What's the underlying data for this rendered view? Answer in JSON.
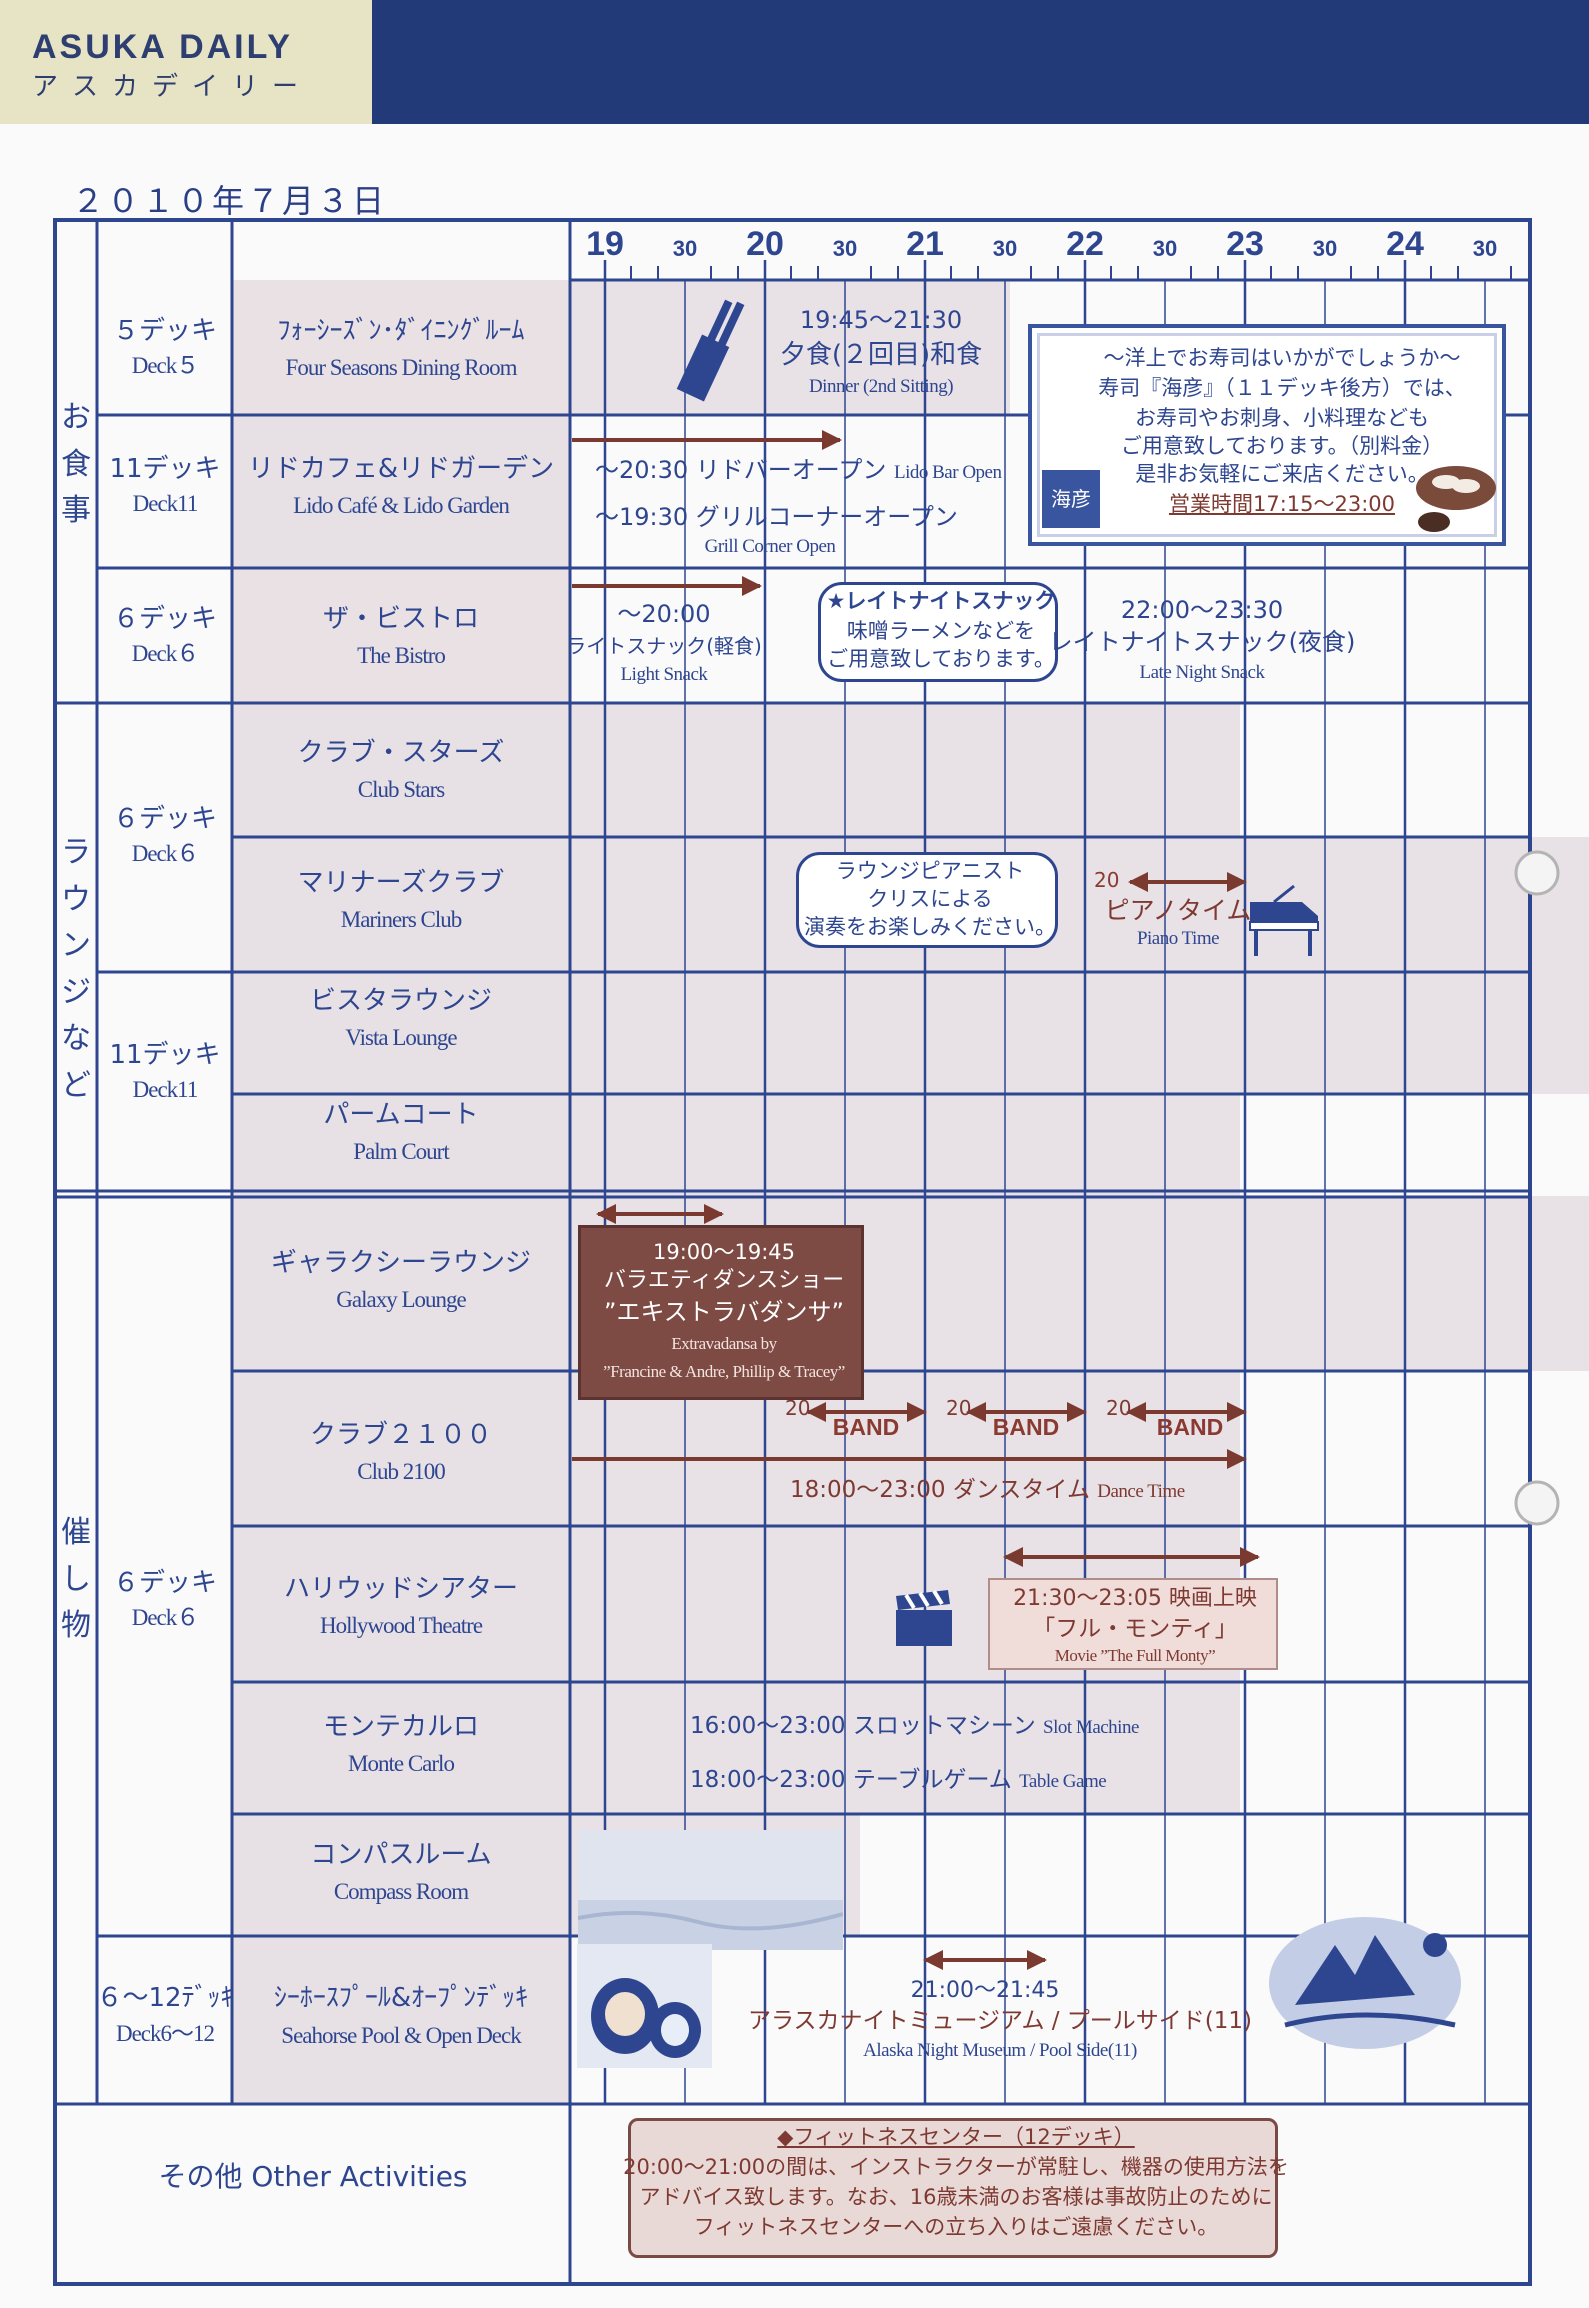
{
  "header": {
    "brand": "ASUKA DAILY",
    "brand_kana": "アスカデイリー"
  },
  "date": "２０１０年７月３日",
  "timeline": {
    "hours": [
      "19",
      "20",
      "21",
      "22",
      "23",
      "24"
    ],
    "half_label": "30"
  },
  "sections": {
    "dining": "お食事",
    "lounge": "ラウンジなど",
    "entertainment": "催し物",
    "other": "その他 Other Activities"
  },
  "decks": {
    "d5": {
      "jp": "５デッキ",
      "en": "Deck５"
    },
    "d11a": {
      "jp": "11デッキ",
      "en": "Deck11"
    },
    "d6a": {
      "jp": "６デッキ",
      "en": "Deck６"
    },
    "d6b": {
      "jp": "６デッキ",
      "en": "Deck６"
    },
    "d11b": {
      "jp": "11デッキ",
      "en": "Deck11"
    },
    "d6c": {
      "jp": "６デッキ",
      "en": "Deck６"
    },
    "d612": {
      "jp": "６〜12ﾃﾞｯｷ",
      "en": "Deck6〜12"
    }
  },
  "venues": {
    "four_seasons": {
      "jp": "ﾌｫｰｼｰｽﾞﾝ･ﾀﾞｲﾆﾝｸﾞﾙｰﾑ",
      "en": "Four Seasons Dining Room"
    },
    "lido": {
      "jp": "リドカフェ&リドガーデン",
      "en": "Lido Café & Lido Garden"
    },
    "bistro": {
      "jp": "ザ・ビストロ",
      "en": "The Bistro"
    },
    "club_stars": {
      "jp": "クラブ・スターズ",
      "en": "Club Stars"
    },
    "mariners": {
      "jp": "マリナーズクラブ",
      "en": "Mariners Club"
    },
    "vista": {
      "jp": "ビスタラウンジ",
      "en": "Vista Lounge"
    },
    "palm": {
      "jp": "パームコート",
      "en": "Palm Court"
    },
    "galaxy": {
      "jp": "ギャラクシーラウンジ",
      "en": "Galaxy Lounge"
    },
    "club2100": {
      "jp": "クラブ２１００",
      "en": "Club 2100"
    },
    "hollywood": {
      "jp": "ハリウッドシアター",
      "en": "Hollywood Theatre"
    },
    "monte": {
      "jp": "モンテカルロ",
      "en": "Monte Carlo"
    },
    "compass": {
      "jp": "コンパスルーム",
      "en": "Compass Room"
    },
    "seahorse": {
      "jp": "ｼｰﾎｰｽﾌﾟｰﾙ&ｵｰﾌﾟﾝﾃﾞｯｷ",
      "en": "Seahorse Pool & Open Deck"
    }
  },
  "events": {
    "dinner": {
      "time": "19:45〜21:30",
      "jp": "夕食(２回目)和食",
      "en": "Dinner (2nd Sitting)"
    },
    "lido_bar": {
      "jp": "〜20:30 リドバーオープン",
      "en": "Lido Bar Open"
    },
    "grill": {
      "jp": "〜19:30 グリルコーナーオープン",
      "en": "Grill Corner Open"
    },
    "light_snack": {
      "time": "〜20:00",
      "jp": "ライトスナック(軽食)",
      "en": "Light Snack"
    },
    "late_snack_note": {
      "line1": "★レイトナイトスナック",
      "line2": "味噌ラーメンなどを",
      "line3": "ご用意致しております。"
    },
    "late_snack": {
      "time": "22:00〜23:30",
      "jp": "レイトナイトスナック(夜食)",
      "en": "Late Night Snack"
    },
    "pianist_note": {
      "line1": "ラウンジピアニスト",
      "line2": "クリスによる",
      "line3": "演奏をお楽しみください。"
    },
    "piano": {
      "start": "20",
      "jp": "ピアノタイム",
      "en": "Piano Time"
    },
    "variety": {
      "time": "19:00〜19:45",
      "line1": "バラエティダンスショー",
      "line2": "”エキストラバダンサ”",
      "en1": "Extravadansa by",
      "en2": "”Francine & Andre, Phillip & Tracey”"
    },
    "band": {
      "label": "BAND",
      "start": "20"
    },
    "dance": {
      "jp": "18:00〜23:00 ダンスタイム",
      "en": "Dance Time"
    },
    "movie": {
      "jp": "21:30〜23:05 映画上映",
      "title": "「フル・モンティ」",
      "en": "Movie ”The Full Monty”"
    },
    "slot": {
      "jp": "16:00〜23:00 スロットマシーン",
      "en": "Slot Machine"
    },
    "table": {
      "jp": "18:00〜23:00 テーブルゲーム",
      "en": "Table Game"
    },
    "alaska": {
      "time": "21:00〜21:45",
      "jp": "アラスカナイトミュージアム / プールサイド(11)",
      "en": "Alaska Night Museum / Pool Side(11)"
    }
  },
  "sushi": {
    "line1": "〜洋上でお寿司はいかがでしょうか〜",
    "line2": "寿司『海彦』（１１デッキ後方）では、",
    "line3": "お寿司やお刺身、小料理なども",
    "line4": "ご用意致しております。（別料金）",
    "line5": "是非お気軽にご来店ください。",
    "hours": "営業時間17:15〜23:00",
    "logo": "海彦"
  },
  "fitness": {
    "title": "◆フィットネスセンター（12デッキ）",
    "line1": "20:00〜21:00の間は、インストラクターが常駐し、機器の使用方法を",
    "line2": "アドバイス致します。なお、16歳未満のお客様は事故防止のために",
    "line3": "フィットネスセンターへの立ち入りはご遠慮ください。"
  }
}
